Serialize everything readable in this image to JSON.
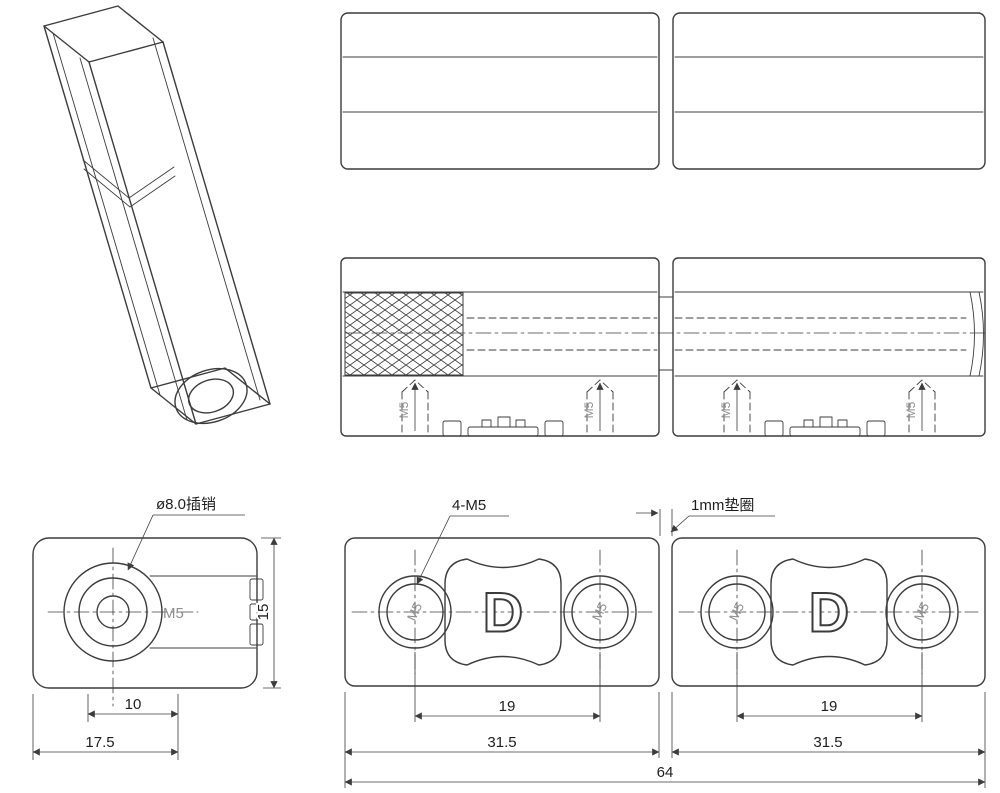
{
  "labels": {
    "pin_callout": "ø8.0插销",
    "thread_callout": "4-M5",
    "washer_callout": "1mm垫圈",
    "m5": "M5",
    "d_mark": "D"
  },
  "dims": {
    "hole_offset": "10",
    "end_width": "17.5",
    "end_height": "15",
    "hole_spacing": "19",
    "plate_width": "31.5",
    "overall_length": "64"
  }
}
